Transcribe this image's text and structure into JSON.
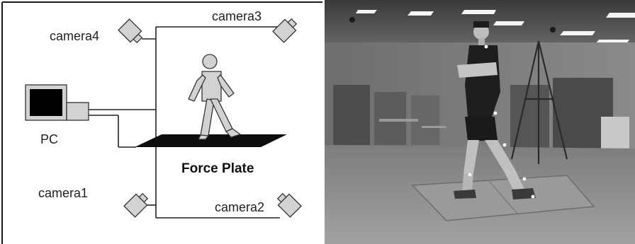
{
  "diagram": {
    "labels": {
      "camera1": "camera1",
      "camera2": "camera2",
      "camera3": "camera3",
      "camera4": "camera4",
      "pc": "PC",
      "force_plate": "Force Plate"
    }
  },
  "colors": {
    "frame_border": "#1a1a1a",
    "device_gray": "#cfcfcf",
    "plate_black": "#0d0d0d",
    "photo_floor": "#8f8f8f",
    "photo_wall": "#7a7a7a"
  }
}
